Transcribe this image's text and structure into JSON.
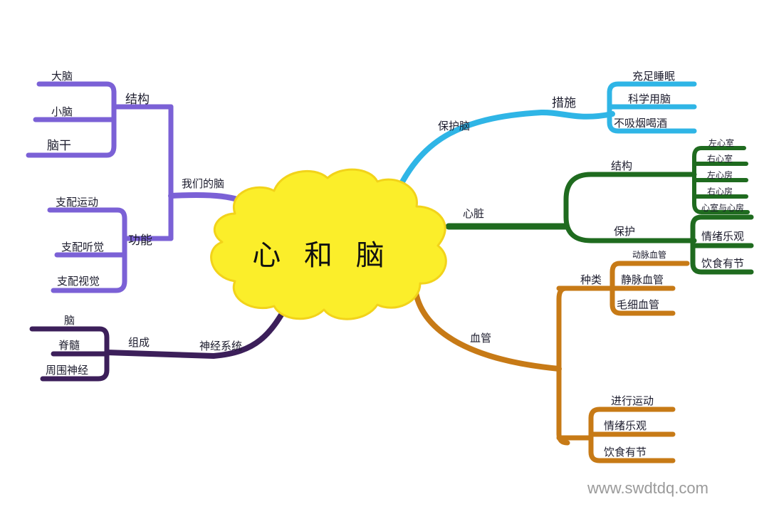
{
  "center": {
    "title": "心 和 脑"
  },
  "watermark": "www.swdtdq.com",
  "colors": {
    "cloud": "#fbee2a",
    "cloud_edge": "#f2d31a",
    "purple": "#7b61d6",
    "purple_light": "#9b86e6",
    "dark_purple": "#3c1f5a",
    "blue": "#2fb5e6",
    "green": "#1f6b1f",
    "orange": "#c77a16"
  },
  "brain": {
    "label": "我们的脑",
    "structure": {
      "label": "结构",
      "items": [
        "大脑",
        "小脑",
        "脑干"
      ]
    },
    "function": {
      "label": "功能",
      "items": [
        "支配运动",
        "支配听觉",
        "支配视觉"
      ]
    }
  },
  "nervous": {
    "label": "神经系统",
    "composition": {
      "label": "组成",
      "items": [
        "脑",
        "脊髓",
        "周围神经"
      ]
    }
  },
  "protect_brain": {
    "label": "保护脑",
    "measures": {
      "label": "措施",
      "items": [
        "充足睡眠",
        "科学用脑",
        "不吸烟喝酒"
      ]
    }
  },
  "heart": {
    "label": "心脏",
    "structure": {
      "label": "结构",
      "items": [
        "左心室",
        "右心室",
        "左心房",
        "右心房",
        "心室与心房"
      ]
    },
    "protect": {
      "label": "保护",
      "items": [
        "情绪乐观",
        "饮食有节"
      ]
    }
  },
  "vessels": {
    "label": "血管",
    "types": {
      "label": "种类",
      "items": [
        "动脉血管",
        "静脉血管",
        "毛细血管"
      ]
    },
    "care": {
      "label": "",
      "items": [
        "进行运动",
        "情绪乐观",
        "饮食有节"
      ]
    }
  }
}
